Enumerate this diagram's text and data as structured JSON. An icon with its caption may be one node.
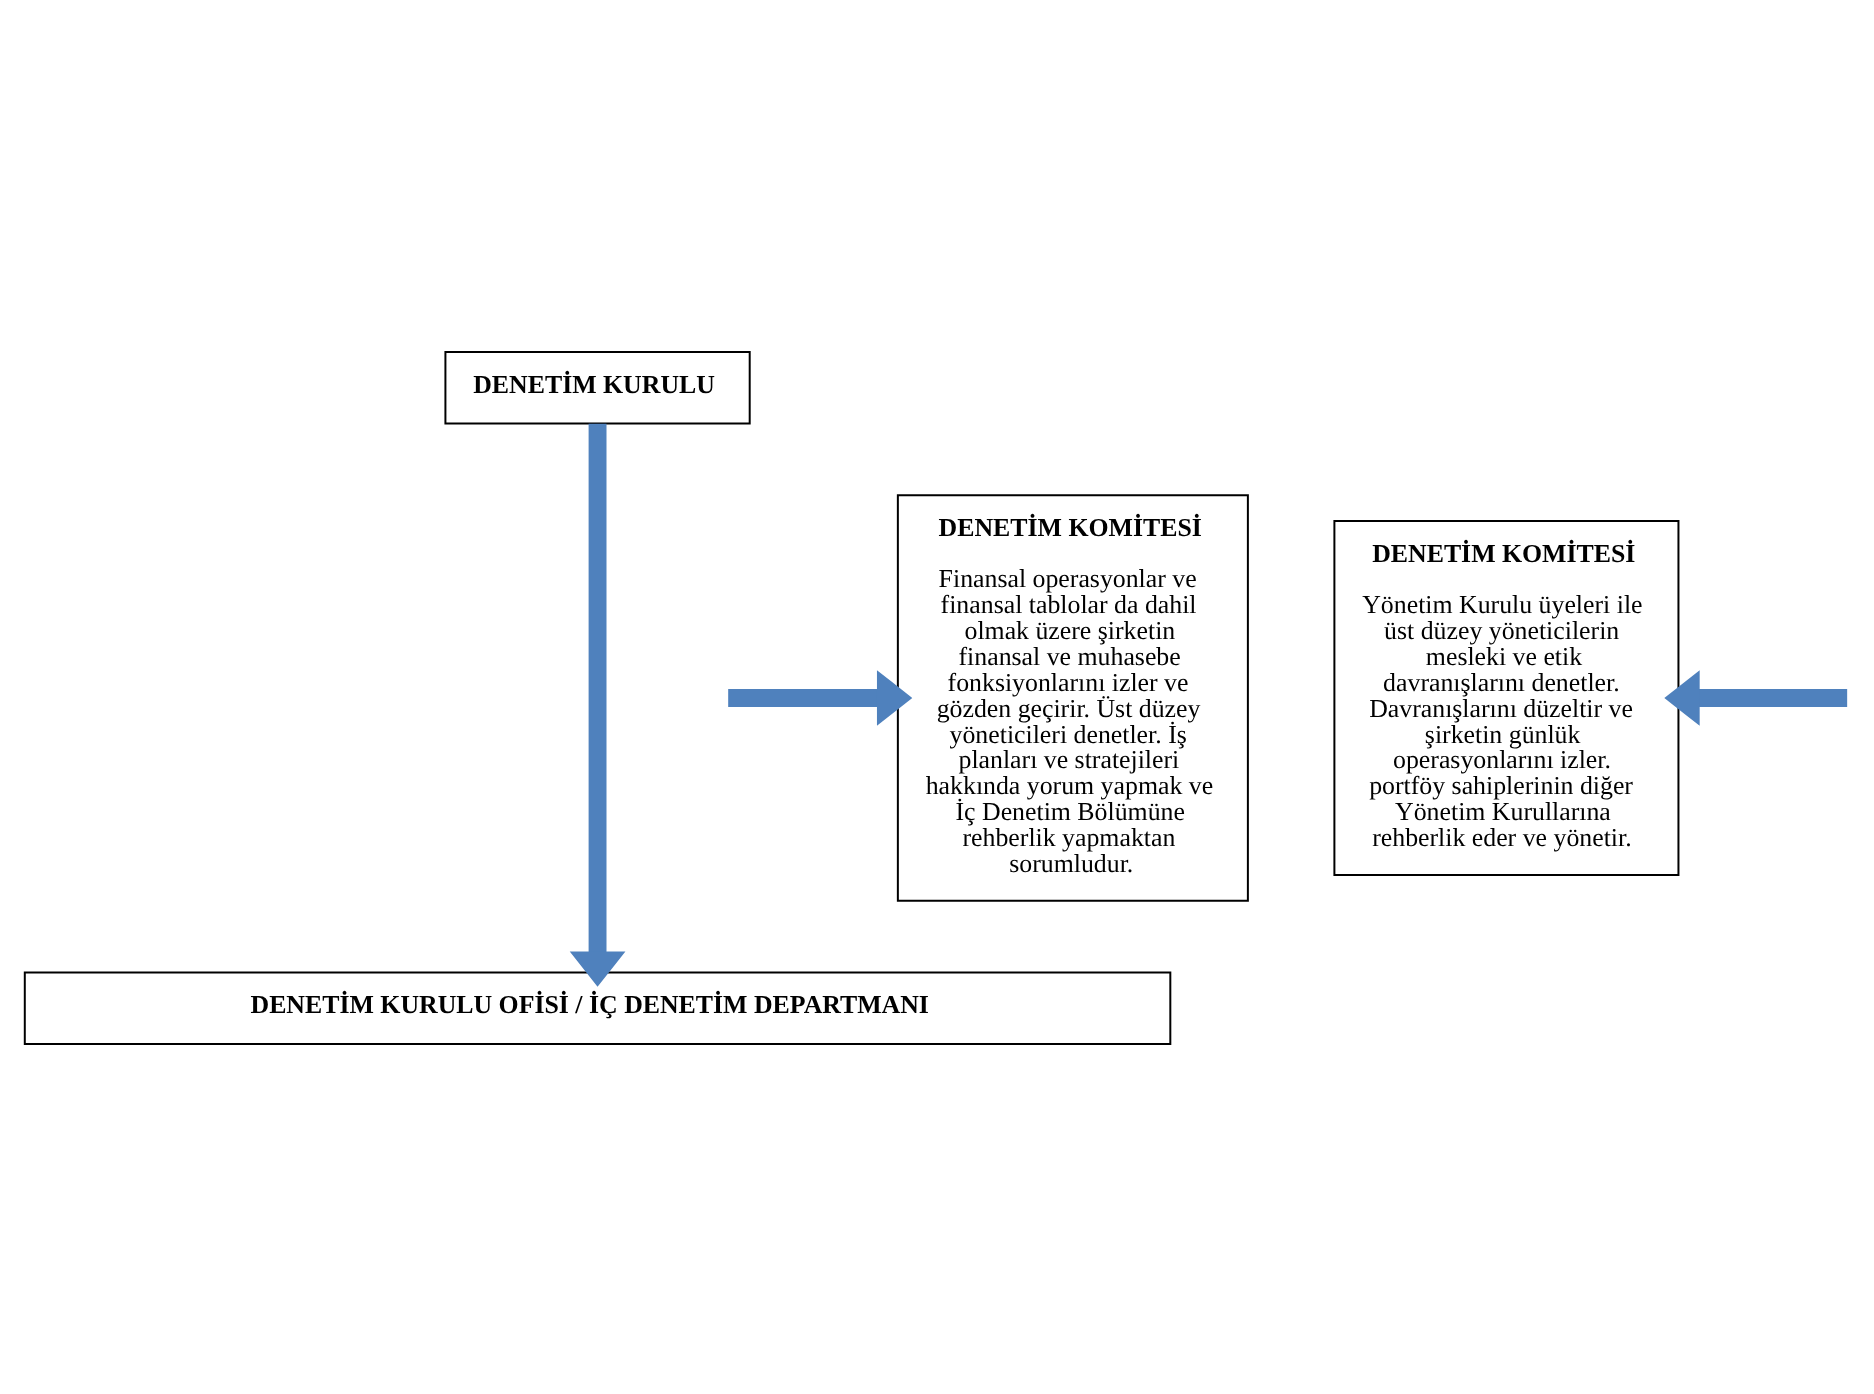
{
  "diagram": {
    "nodes": [
      {
        "text": [
          "DENETİM KURULU"
        ]
      },
      {
        "text": [
          "DENETİM KOMİTESİ",
          "Yönetim Kurulu üyeleri ile üst düzey yöneticilerin mesleki ve etik davranışlarını denetler. Davranışlarını düzeltir ve şirketin günlük operasyonlarını izler. portföy sahiplerinin diğer Yönetim Kurullarına rehberlik eder ve yönetir."
        ]
      },
      {
        "text": [
          "DENETİM KOMİTESİ",
          "Finansal operasyonlar ve finansal tablolar da dahil olmak üzere şirketin finansal ve muhasebe fonksiyonlarını izler ve gözden geçirir. Üst düzey yöneticileri denetler. İş planları ve stratejileri hakkında yorum yapmak ve İç Denetim Bölümüne rehberlik yapmaktan sorumludur."
        ]
      },
      {
        "text": [
          "DENETİM KURULU OFİSİ / İÇ DENETİM DEPARTMANI"
        ]
      }
    ],
    "edges": [
      {
        "from": 0,
        "to": 3,
        "arrow": "to"
      },
      {
        "from": null,
        "to": 1,
        "arrow": "to"
      },
      {
        "from": null,
        "to": 2,
        "arrow": "to"
      }
    ]
  }
}
